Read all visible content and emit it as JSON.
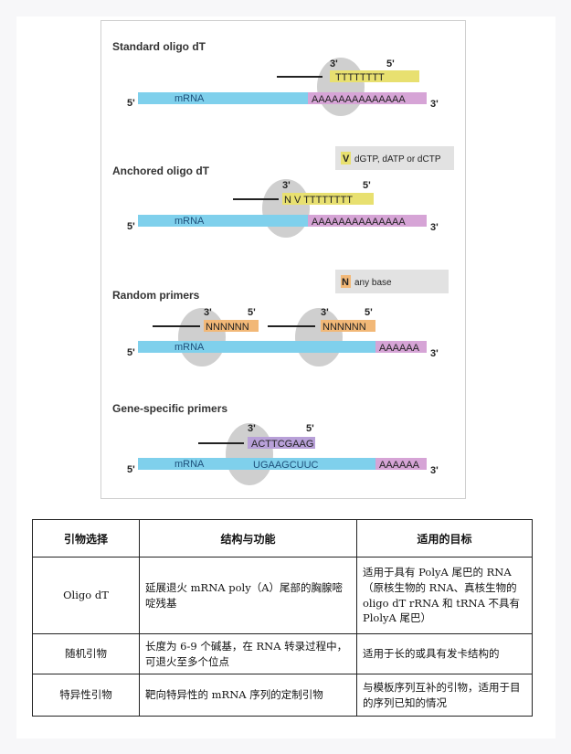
{
  "figure": {
    "sections": [
      {
        "title": "Standard oligo dT",
        "primer_seq": "TTTTTTTT",
        "end3": "3'",
        "end5": "5'",
        "polyA": "AAAAAAAAAAAAAA"
      },
      {
        "title": "Anchored oligo dT",
        "primer_seq": "N V TTTTTTTT",
        "end3": "3'",
        "end5": "5'",
        "polyA": "AAAAAAAAAAAAAA"
      },
      {
        "title": "Random primers",
        "primer_seq": "NNNNNN",
        "end3": "3'",
        "end5": "5'",
        "polyA": "AAAAAA"
      },
      {
        "title": "Gene-specific primers",
        "primer_seq": "ACTTCGAAG",
        "template_seq": "UGAAGCUUC",
        "end3": "3'",
        "end5": "5'",
        "polyA": "AAAAAA"
      }
    ],
    "mrna_label": "mRNA",
    "five_prime": "5'",
    "three_prime": "3'",
    "legend_v": {
      "symbol": "V",
      "text": "dGTP, dATP or dCTP"
    },
    "legend_n": {
      "symbol": "N",
      "text": "any base"
    },
    "colors": {
      "mrna_strand": "#7fd0ec",
      "polyA_strand": "#d6a4d6",
      "oligo_dT": "#e8e070",
      "random_primer": "#f2b877",
      "gene_primer": "#b8a0d8",
      "rt_blob": "#cfcfcf"
    }
  },
  "table": {
    "headers": [
      "引物选择",
      "结构与功能",
      "适用的目标"
    ],
    "rows": [
      [
        "Oligo dT",
        "延展退火 mRNA poly（A）尾部的胸腺嘧啶残基",
        "适用于具有 PolyA 尾巴的 RNA（原核生物的 RNA、真核生物的 oligo dT rRNA 和 tRNA 不具有 PlolyA 尾巴）"
      ],
      [
        "随机引物",
        "长度为 6-9 个碱基，在 RNA 转录过程中，可退火至多个位点",
        "适用于长的或具有发卡结构的"
      ],
      [
        "特异性引物",
        "靶向特异性的 mRNA 序列的定制引物",
        "与模板序列互补的引物，适用于目的序列已知的情况"
      ]
    ]
  }
}
